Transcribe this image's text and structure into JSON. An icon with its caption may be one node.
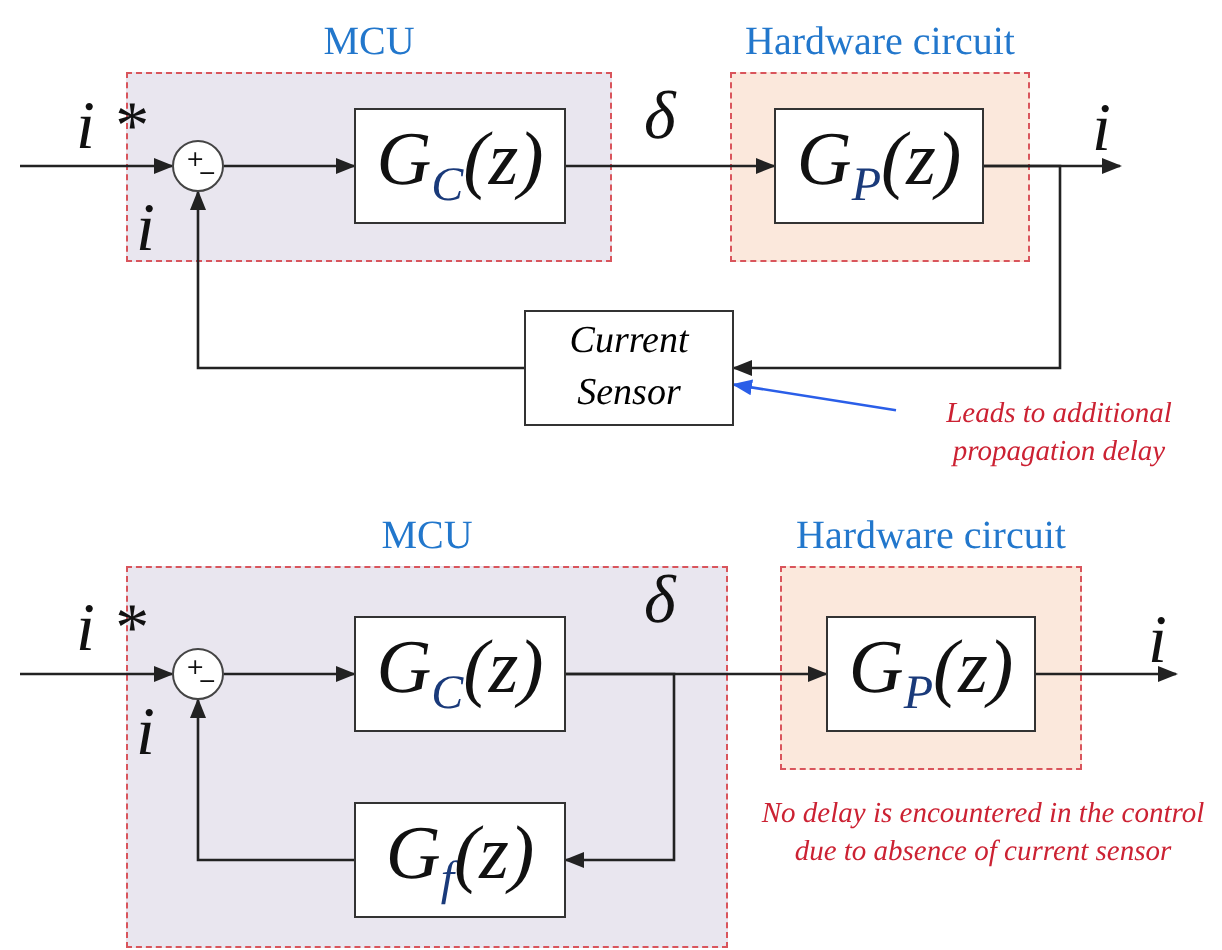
{
  "diagram": {
    "nodes": [
      {
        "text": [
          "MCU"
        ]
      },
      {
        "text": [
          "+",
          "−"
        ],
        "in": 0
      },
      {
        "text": [
          "G$_{C}$(z)"
        ],
        "in": 0
      },
      {
        "text": [
          "Hardware circuit"
        ]
      },
      {
        "text": [
          "G$_{P}$(z)"
        ],
        "in": 3
      },
      {
        "text": [
          "Current Sensor"
        ]
      },
      {
        "text": [
          "Leads to additional propagation delay"
        ]
      },
      {
        "text": [
          "MCU"
        ]
      },
      {
        "text": [
          "+",
          "−"
        ],
        "in": 7
      },
      {
        "text": [
          "G$_{C}$(z)"
        ],
        "in": 7
      },
      {
        "text": [
          "Hardware circuit"
        ]
      },
      {
        "text": [
          "G$_{P}$(z)"
        ],
        "in": 10
      },
      {
        "text": [
          "G$_{f}$(z)"
        ],
        "in": 7
      }
    ],
    "edges": [
      {
        "from": null,
        "to": 1,
        "arrow": "to",
        "label": "i *"
      },
      {
        "from": 1,
        "to": 2,
        "arrow": "to"
      },
      {
        "from": 2,
        "to": 4,
        "arrow": "to",
        "label": "δ"
      },
      {
        "from": 4,
        "to": null,
        "arrow": "to",
        "label": "i"
      },
      {
        "from": 4,
        "to": 5,
        "arrow": "to"
      },
      {
        "from": 5,
        "to": 1,
        "arrow": "to",
        "label": "i"
      },
      {
        "from": 6,
        "to": 5,
        "arrow": "to",
        "color": "#2a5ee8"
      },
      {
        "from": null,
        "to": 8,
        "arrow": "to",
        "label": "i *"
      },
      {
        "from": 8,
        "to": 9,
        "arrow": "to"
      },
      {
        "from": 9,
        "to": 11,
        "arrow": "to",
        "label": "δ"
      },
      {
        "from": 11,
        "to": null,
        "arrow": "to",
        "label": "i"
      },
      {
        "from": 9,
        "to": 12,
        "arrow": "to"
      },
      {
        "from": 12,
        "to": 8,
        "arrow": "to",
        "label": "i"
      }
    ],
    "labels": [
      "No delay is encountered in the control due to absence of current sensor"
    ]
  }
}
